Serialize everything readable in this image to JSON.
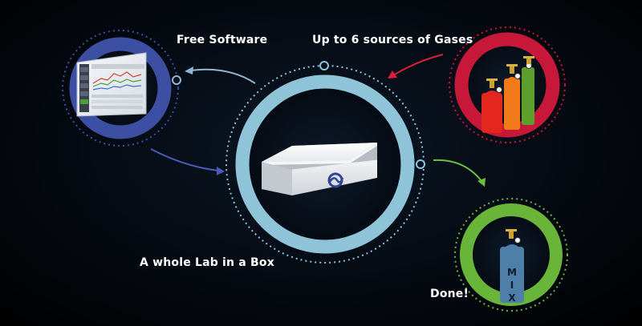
{
  "labels": {
    "free_software": "Free Software",
    "gas_sources": "Up to 6 sources of Gases",
    "lab_in_box": "A whole Lab in a Box",
    "done": "Done!"
  },
  "mix_cylinder_text": [
    "M",
    "I",
    "X"
  ],
  "colors": {
    "background": "#050a12",
    "software_ring": "#3d4fa3",
    "lab_ring": "#8fc3d8",
    "gases_ring": "#c7183a",
    "done_ring": "#69b53a",
    "arrow_blue": "#8fb6d2",
    "arrow_red": "#d8213a",
    "arrow_green": "#6cbf3a",
    "cylinder_red": "#e3261e",
    "cylinder_orange": "#f27a1a",
    "cylinder_green": "#5e9e2e",
    "cylinder_mix": "#4e7fa8"
  },
  "icons": [
    "software-screen-icon",
    "lab-box-device-icon",
    "gas-cylinders-icon",
    "mix-cylinder-icon",
    "device-logo-icon"
  ]
}
